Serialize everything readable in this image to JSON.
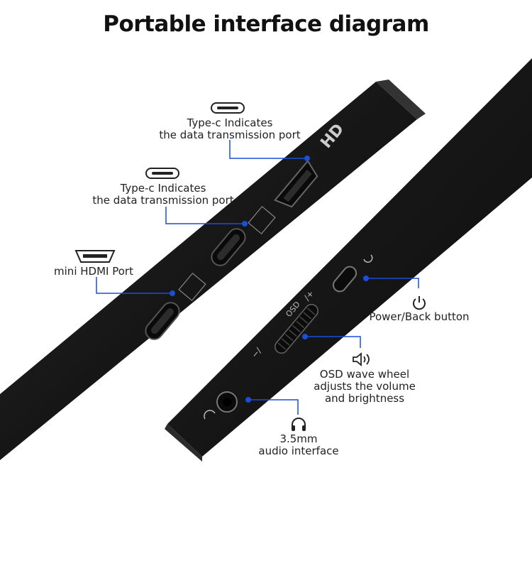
{
  "title": "Portable interface diagram",
  "device_markings": {
    "hd": "HD",
    "osd": "OSD",
    "volume_minus": "−/",
    "brightness_plus": "/+"
  },
  "callouts": [
    {
      "id": "typec-1",
      "line1": "Type-c Indicates",
      "line2": "the data transmission port",
      "icon": "usb-c-port-icon"
    },
    {
      "id": "typec-2",
      "line1": "Type-c Indicates",
      "line2": "the data transmission port",
      "icon": "usb-c-port-icon"
    },
    {
      "id": "mini-hdmi",
      "line1": "mini HDMI Port",
      "icon": "mini-hdmi-port-icon"
    },
    {
      "id": "power",
      "line1": "Power/Back button",
      "icon": "power-icon"
    },
    {
      "id": "osd",
      "line1": "OSD wave wheel",
      "line2": "adjusts the volume",
      "line3": "and brightness",
      "icon": "speaker-icon"
    },
    {
      "id": "audio",
      "line1": "3.5mm",
      "line2": "audio interface",
      "icon": "headphones-icon"
    }
  ],
  "colors": {
    "accent": "#1a4fd6",
    "device": "#1b1b1b",
    "line": "#1a4fd6"
  }
}
